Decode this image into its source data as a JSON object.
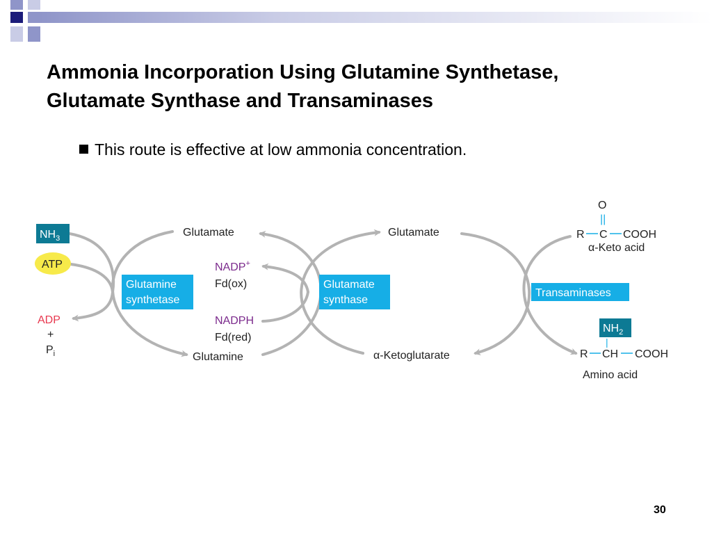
{
  "slide": {
    "title_line1": "Ammonia Incorporation Using Glutamine Synthetase,",
    "title_line2": "Glutamate Synthase and Transaminases",
    "bullet": "This route is effective at low ammonia concentration.",
    "page_number": "30"
  },
  "diagram": {
    "nh3_main": "NH",
    "nh3_sub": "3",
    "atp": "ATP",
    "adp": "ADP",
    "plus": "+",
    "pi_main": "P",
    "pi_sub": "i",
    "glutamate_left": "Glutamate",
    "glutamine_synthetase_line1": "Glutamine",
    "glutamine_synthetase_line2": "synthetase",
    "glutamine": "Glutamine",
    "nadp_plus_main": "NADP",
    "nadp_plus_sup": "+",
    "fd_ox": "Fd(ox)",
    "nadph": "NADPH",
    "fd_red": "Fd(red)",
    "glutamate_synthase_line1": "Glutamate",
    "glutamate_synthase_line2": "synthase",
    "glutamate_right": "Glutamate",
    "ketoglutarate": "α-Ketoglutarate",
    "transaminases": "Transaminases",
    "keto_o": "O",
    "keto_double_bond": "||",
    "keto_r": "R",
    "keto_c": "C",
    "keto_cooh": "COOH",
    "keto_acid": "α-Keto acid",
    "nh2_main": "NH",
    "nh2_sub": "2",
    "amino_bond": "|",
    "amino_r": "R",
    "amino_ch": "CH",
    "amino_cooh": "COOH",
    "amino_acid": "Amino acid"
  },
  "colors": {
    "deco_navy": "#1c1c7a",
    "deco_periwinkle": "#8f95c9",
    "deco_light": "#c9cce6",
    "enzyme_box": "#16aee6",
    "nh_box": "#0d7a94",
    "atp_highlight": "#f7ea4a",
    "purple_text": "#7b2a8c",
    "red_text": "#e8384f",
    "arrow_gray": "#b3b3b3"
  }
}
